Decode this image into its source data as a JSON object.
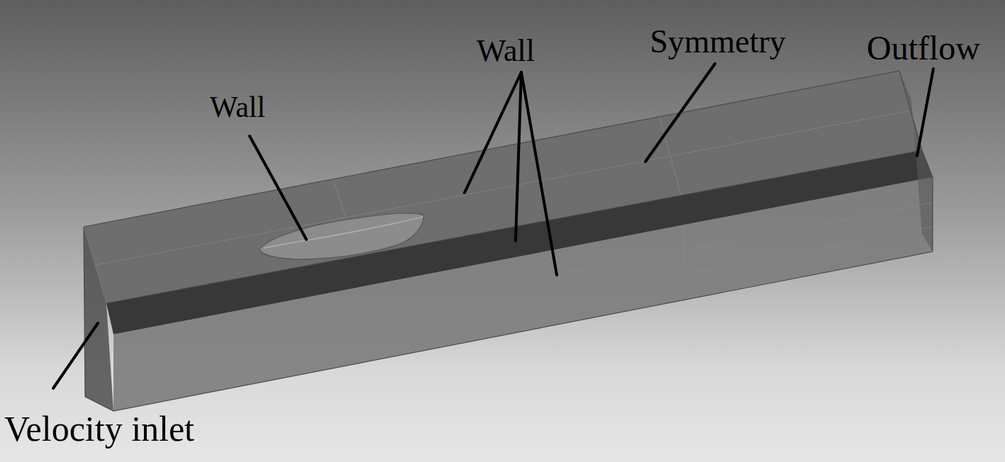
{
  "diagram": {
    "labels": [
      "Wall",
      "Wall",
      "Symmetry",
      "Outflow",
      "Velocity inlet"
    ]
  }
}
